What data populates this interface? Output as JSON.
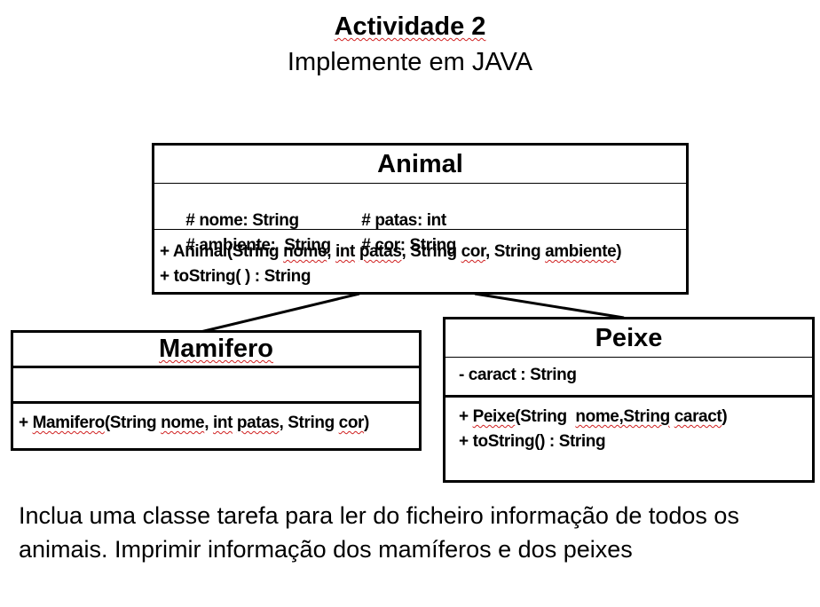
{
  "header": {
    "title": "Actividade 2",
    "subtitle": "Implemente em JAVA"
  },
  "classes": {
    "animal": {
      "name": "Animal",
      "attributes": [
        "# nome: String",
        "# patas: int",
        "# ambiente:  String",
        "# cor: String"
      ],
      "methods": [
        "+ Animal(String nome, int patas, String cor, String ambiente)",
        "+ toString( ) : String"
      ]
    },
    "mamifero": {
      "name": "Mamifero",
      "attributes": [],
      "methods": [
        "+ Mamifero(String nome, int patas, String cor)"
      ]
    },
    "peixe": {
      "name": "Peixe",
      "attributes": [
        "- caract : String"
      ],
      "methods": [
        "+ Peixe(String  nome,String caract)",
        "+ toString() : String"
      ]
    }
  },
  "instructions": "Inclua uma classe tarefa para ler do ficheiro informação de todos os animais. Imprimir informação dos mamíferos e dos peixes"
}
